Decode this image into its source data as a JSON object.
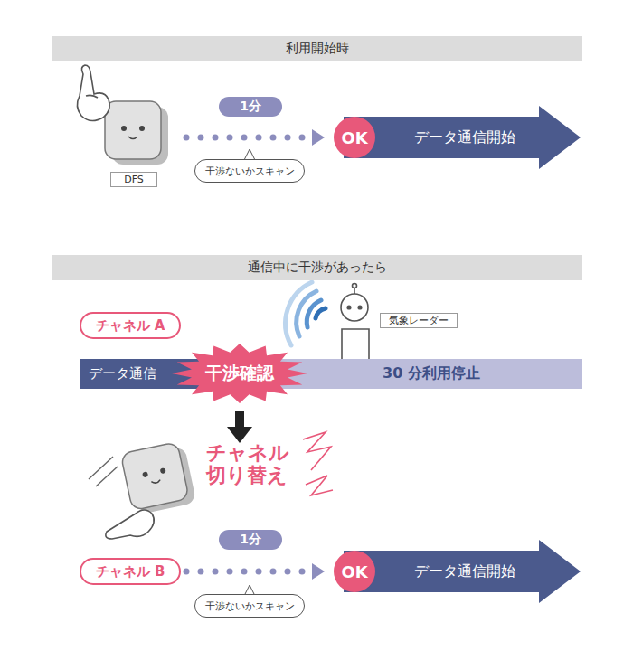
{
  "diagram": {
    "nodes": [
      {
        "text": [
          "利用開始時"
        ]
      },
      {
        "text": [
          "DFS"
        ]
      },
      {
        "text": [
          "1分"
        ]
      },
      {
        "text": [
          "干渉ないかスキャン"
        ]
      },
      {
        "text": [
          "OK"
        ]
      },
      {
        "text": [
          "データ通信開始"
        ]
      },
      {
        "text": [
          "通信中に干渉があったら"
        ]
      },
      {
        "text": [
          "チャネル A"
        ]
      },
      {
        "text": [
          "気象レーダー"
        ]
      },
      {
        "text": [
          "データ通信"
        ]
      },
      {
        "text": [
          "干渉確認"
        ]
      },
      {
        "text": [
          "30 分利用停止"
        ]
      },
      {
        "text": [
          "1分"
        ]
      },
      {
        "text": [
          "チャネル B"
        ]
      },
      {
        "text": [
          "OK"
        ]
      },
      {
        "text": [
          "データ通信開始"
        ]
      },
      {
        "text": [
          "干渉ないかスキャン"
        ]
      }
    ],
    "edges": [
      {
        "from": 13,
        "to": 14,
        "arrow": "to"
      }
    ],
    "labels": [
      "チャネル 切り替え"
    ]
  }
}
